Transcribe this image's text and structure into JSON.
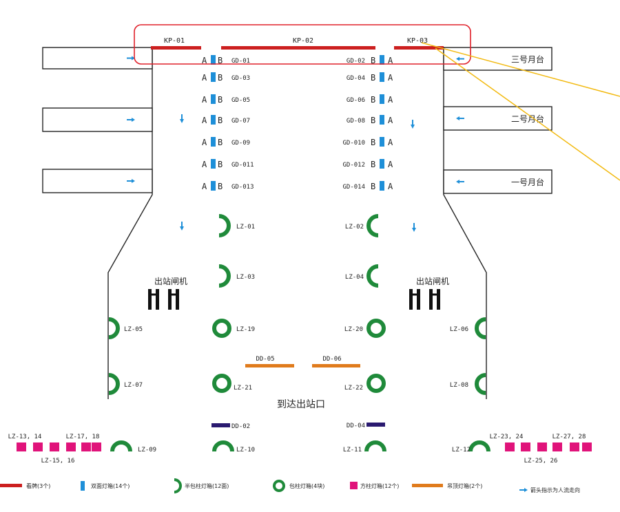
{
  "colors": {
    "billboard": "#cc1f1f",
    "lightbox": "#1e8fd8",
    "column": "#1f8a3a",
    "square": "#e0137a",
    "ceiling": "#e07b1c",
    "dark_box": "#2a1a70",
    "arrow": "#1e8fd8",
    "highlight": "#e0202a",
    "pointer": "#f2b90f",
    "wall": "#222222"
  },
  "billboards": [
    {
      "label": "KP-01"
    },
    {
      "label": "KP-02"
    },
    {
      "label": "KP-03"
    }
  ],
  "platforms": [
    "三号月台",
    "二号月台",
    "一号月台"
  ],
  "gd_rows": [
    {
      "left": "GD-01",
      "right": "GD-02"
    },
    {
      "left": "GD-03",
      "right": "GD-04"
    },
    {
      "left": "GD-05",
      "right": "GD-06"
    },
    {
      "left": "GD-07",
      "right": "GD-08"
    },
    {
      "left": "GD-09",
      "right": "GD-010"
    },
    {
      "left": "GD-011",
      "right": "GD-012"
    },
    {
      "left": "GD-013",
      "right": "GD-014"
    }
  ],
  "side_a": "A",
  "side_b": "B",
  "half_columns": [
    {
      "left": "LZ-01",
      "right": "LZ-02"
    },
    {
      "left": "LZ-03",
      "right": "LZ-04"
    }
  ],
  "gate_label": "出站闸机",
  "full_columns": {
    "lz05": "LZ-05",
    "lz06": "LZ-06",
    "lz07": "LZ-07",
    "lz08": "LZ-08",
    "lz19": "LZ-19",
    "lz20": "LZ-20",
    "lz21": "LZ-21",
    "lz22": "LZ-22",
    "lz09": "LZ-09",
    "lz10": "LZ-10",
    "lz11": "LZ-11",
    "lz12": "LZ-12"
  },
  "ceiling_boxes": [
    "DD-05",
    "DD-06"
  ],
  "exit_label": "到达出站口",
  "dark_boxes": [
    "DD-02",
    "DD-04"
  ],
  "square_groups": {
    "left_top": [
      "LZ-13, 14",
      "LZ-17, 18"
    ],
    "left_bottom": "LZ-15, 16",
    "right_top": [
      "LZ-23, 24",
      "LZ-27, 28"
    ],
    "right_bottom": "LZ-25, 26"
  },
  "legend": [
    {
      "type": "billboard",
      "label": "看牌(3个)"
    },
    {
      "type": "lightbox",
      "label": "双面灯箱(14个)"
    },
    {
      "type": "half",
      "label": "半包柱灯箱(12面)"
    },
    {
      "type": "full",
      "label": "包柱灯箱(4块)"
    },
    {
      "type": "square",
      "label": "方柱灯箱(12个)"
    },
    {
      "type": "ceiling",
      "label": "吊顶灯箱(2个)"
    },
    {
      "type": "arrow",
      "label": "箭头指示为人流走向"
    }
  ]
}
